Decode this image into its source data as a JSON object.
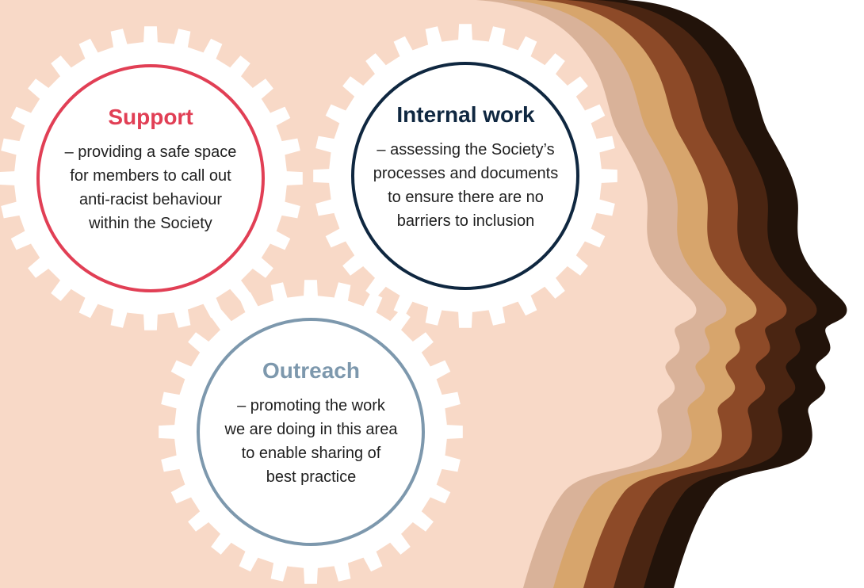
{
  "colors": {
    "background": "#f8d9c7",
    "gear_fill": "#ffffff",
    "support_accent": "#e13f55",
    "internal_accent": "#0f2740",
    "outreach_accent": "#7d98ad",
    "skin_tones": [
      "#f8d9c7",
      "#d9b299",
      "#d7a56c",
      "#8d4a28",
      "#4a2512",
      "#22130a"
    ]
  },
  "gears": {
    "support": {
      "title": "Support",
      "lines": [
        "– providing a safe space",
        "for members to call out",
        "anti-racist behaviour",
        "within the Society"
      ]
    },
    "internal": {
      "title": "Internal work",
      "lines": [
        "– assessing the Society’s",
        "processes and documents",
        "to ensure there are no",
        "barriers to inclusion"
      ]
    },
    "outreach": {
      "title": "Outreach",
      "lines": [
        "– promoting the work",
        "we are doing in this area",
        "to enable sharing of",
        "best practice"
      ]
    }
  }
}
